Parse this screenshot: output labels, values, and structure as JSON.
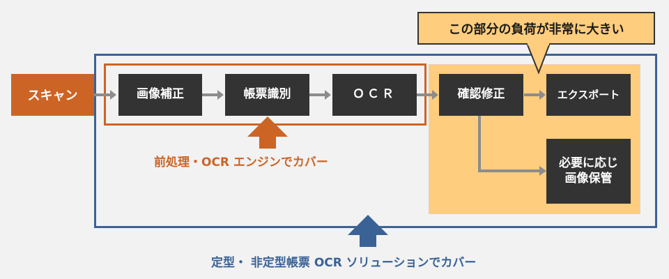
{
  "colors": {
    "background": "#f2f2f2",
    "box": "#333333",
    "box_text": "#ffffff",
    "scan": "#cc6426",
    "preprocess_frame": "#cc6426",
    "solution_frame": "#3a6295",
    "heavy_area": "#fecd7d",
    "connector": "#8c8c8c"
  },
  "diagram": {
    "scan": {
      "label": "スキャン"
    },
    "steps": [
      {
        "id": "image-correction",
        "label": "画像補正"
      },
      {
        "id": "form-identification",
        "label": "帳票識別"
      },
      {
        "id": "ocr",
        "label": "ＯＣＲ"
      },
      {
        "id": "review-correction",
        "label": "確認修正"
      },
      {
        "id": "export",
        "label": "エクスポート"
      },
      {
        "id": "image-archive",
        "label_line1": "必要に応じ",
        "label_line2": "画像保管"
      }
    ],
    "callout": {
      "text": "この部分の負荷が非常に大きい"
    },
    "preprocess_caption": "前処理・OCR エンジンでカバー",
    "solution_caption": "定型・ 非定型帳票 OCR ソリューションでカバー"
  }
}
